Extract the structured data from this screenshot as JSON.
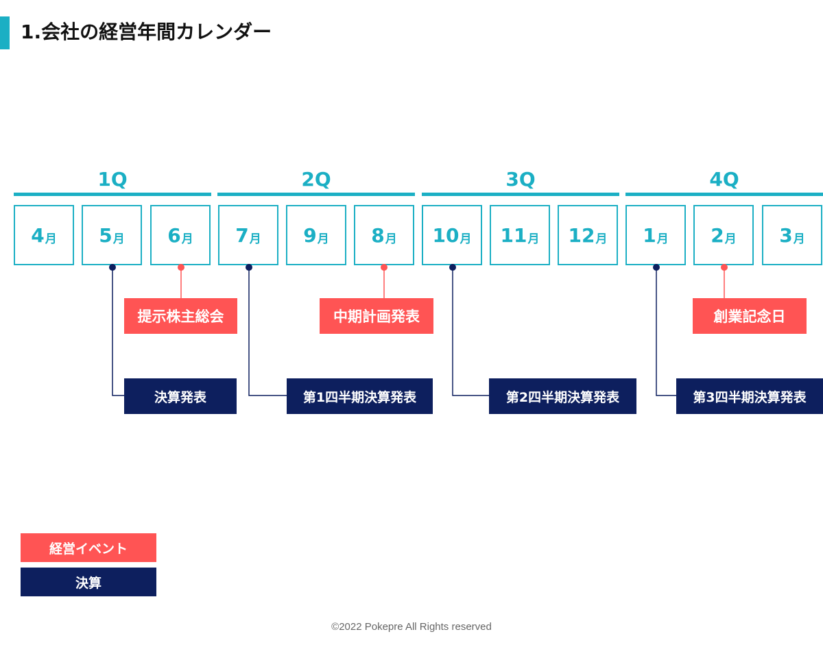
{
  "title": "1.会社の経営年間カレンダー",
  "quarters": [
    "1Q",
    "2Q",
    "3Q",
    "4Q"
  ],
  "month_unit": "月",
  "months": [
    "4",
    "5",
    "6",
    "7",
    "9",
    "8",
    "10",
    "11",
    "12",
    "1",
    "2",
    "3"
  ],
  "management_events": [
    {
      "label": "提示株主総会",
      "month": "6"
    },
    {
      "label": "中期計画発表",
      "month": "8"
    },
    {
      "label": "創業記念日",
      "month": "2"
    }
  ],
  "financial_events": [
    {
      "label": "決算発表",
      "month": "5"
    },
    {
      "label": "第1四半期決算発表",
      "month": "7"
    },
    {
      "label": "第2四半期決算発表",
      "month": "10"
    },
    {
      "label": "第3四半期決算発表",
      "month": "1"
    }
  ],
  "legend": {
    "management": "経営イベント",
    "financial": "決算"
  },
  "colors": {
    "accent": "#1BAFC4",
    "management": "#FF5454",
    "financial": "#0D1F5E"
  },
  "footer": "©2022 Pokepre All Rights reserved"
}
